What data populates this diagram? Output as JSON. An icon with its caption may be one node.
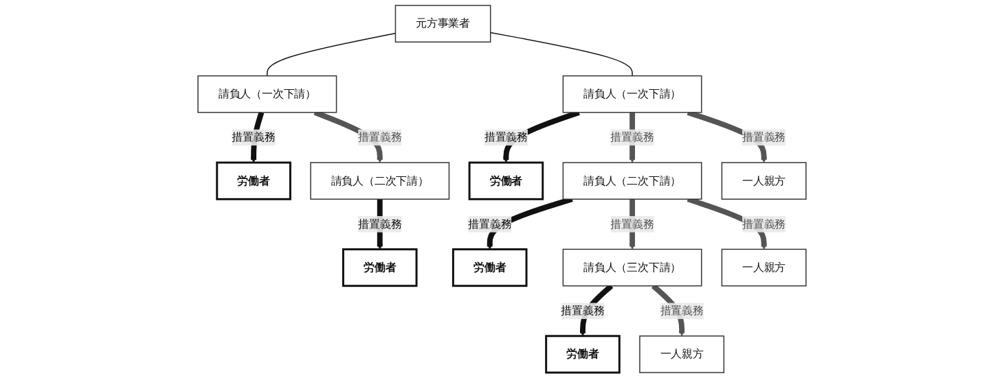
{
  "diagram": {
    "nodes": [
      {
        "text": [
          "元方事業者"
        ]
      },
      {
        "text": [
          "請負人（一次下請）"
        ]
      },
      {
        "text": [
          "請負人（一次下請）"
        ]
      },
      {
        "text": [
          "労働者"
        ]
      },
      {
        "text": [
          "請負人（二次下請）"
        ]
      },
      {
        "text": [
          "労働者"
        ]
      },
      {
        "text": [
          "請負人（二次下請）"
        ]
      },
      {
        "text": [
          "一人親方"
        ]
      },
      {
        "text": [
          "労働者"
        ]
      },
      {
        "text": [
          "労働者"
        ]
      },
      {
        "text": [
          "請負人（三次下請）"
        ]
      },
      {
        "text": [
          "一人親方"
        ]
      },
      {
        "text": [
          "労働者"
        ]
      },
      {
        "text": [
          "一人親方"
        ]
      }
    ],
    "edges": [
      {
        "from": 0,
        "to": 1,
        "arrow": "none"
      },
      {
        "from": 0,
        "to": 2,
        "arrow": "none"
      },
      {
        "from": 1,
        "to": 3,
        "arrow": "to",
        "label": "措置義務"
      },
      {
        "from": 1,
        "to": 4,
        "arrow": "to",
        "label": "措置義務",
        "color": "#555555"
      },
      {
        "from": 2,
        "to": 5,
        "arrow": "to",
        "label": "措置義務"
      },
      {
        "from": 2,
        "to": 6,
        "arrow": "to",
        "label": "措置義務",
        "color": "#555555"
      },
      {
        "from": 2,
        "to": 7,
        "arrow": "to",
        "label": "措置義務",
        "color": "#555555"
      },
      {
        "from": 4,
        "to": 8,
        "arrow": "to",
        "label": "措置義務"
      },
      {
        "from": 6,
        "to": 9,
        "arrow": "to",
        "label": "措置義務"
      },
      {
        "from": 6,
        "to": 10,
        "arrow": "to",
        "label": "措置義務",
        "color": "#555555"
      },
      {
        "from": 6,
        "to": 11,
        "arrow": "to",
        "label": "措置義務",
        "color": "#555555"
      },
      {
        "from": 10,
        "to": 12,
        "arrow": "to",
        "label": "措置義務"
      },
      {
        "from": 10,
        "to": 13,
        "arrow": "to",
        "label": "措置義務",
        "color": "#555555"
      }
    ]
  }
}
